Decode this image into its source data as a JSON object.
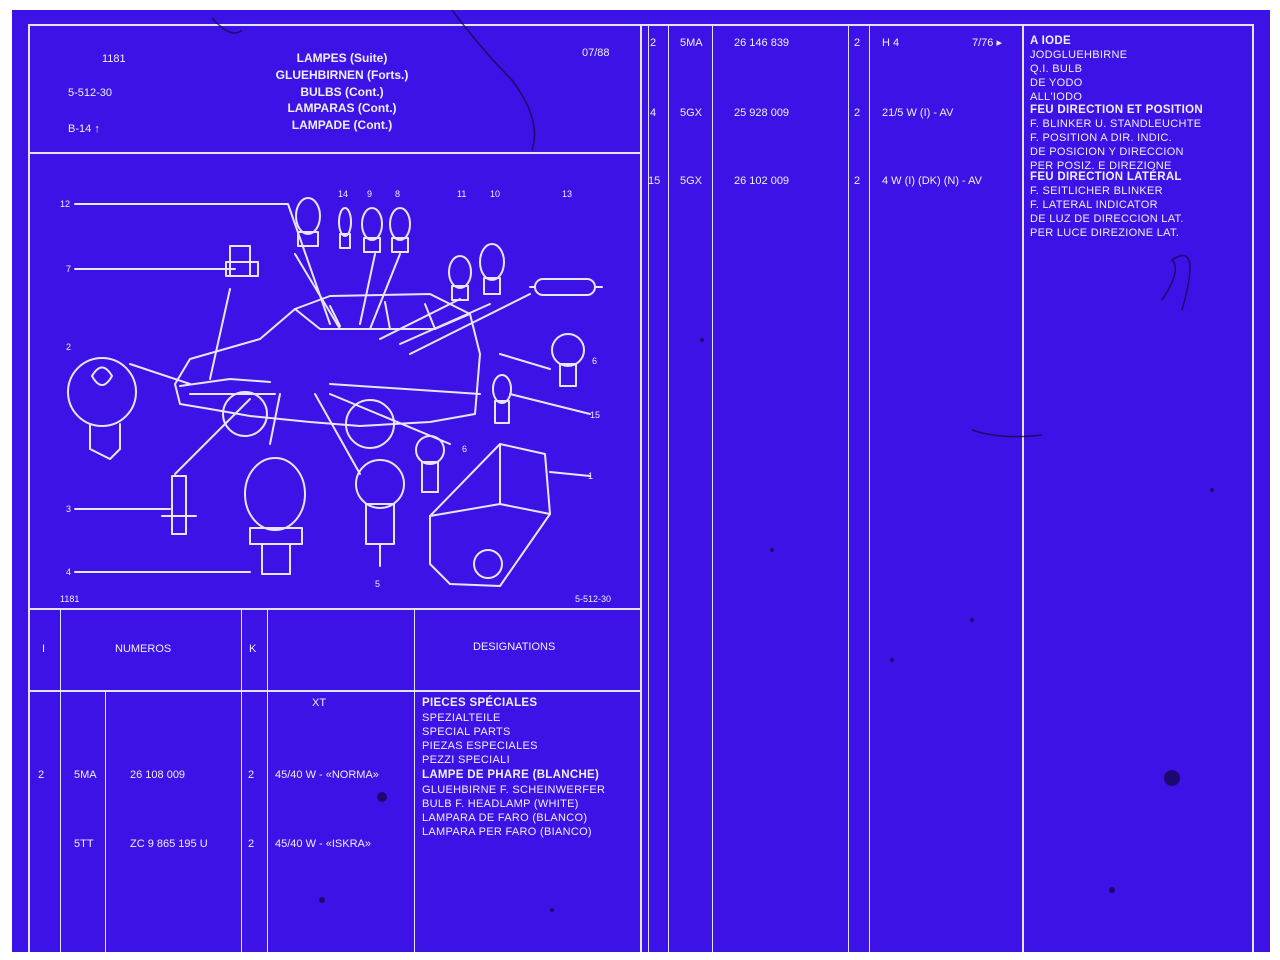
{
  "header": {
    "ref_number": "1181",
    "ref_code": "5-512-30",
    "ref_sub": "B-14",
    "date": "07/88",
    "titles": [
      "LAMPES (Suite)",
      "GLUEHBIRNEN (Forts.)",
      "BULBS (Cont.)",
      "LAMPARAS (Cont.)",
      "LAMPADE (Cont.)"
    ]
  },
  "diagram": {
    "footer_left": "1181",
    "footer_right": "5-512-30",
    "callouts": [
      "12",
      "14",
      "9",
      "8",
      "11",
      "10",
      "13",
      "7",
      "2",
      "6",
      "15",
      "6",
      "1",
      "3",
      "4",
      "5"
    ]
  },
  "table_header": {
    "col_i": "I",
    "col_numeros": "NUMEROS",
    "col_k": "K",
    "col_designations": "DESIGNATIONS"
  },
  "left_body": {
    "model": "XT",
    "special_lines": [
      "PIECES SPÉCIALES",
      "SPEZIALTEILE",
      "SPECIAL PARTS",
      "PIEZAS ESPECIALES",
      "PEZZI SPECIALI"
    ],
    "rows": [
      {
        "idx": "2",
        "code": "5MA",
        "number": "26 108 009",
        "qty": "2",
        "spec": "45/40 W - «NORMA»",
        "lines": [
          "LAMPE DE PHARE (BLANCHE)",
          "GLUEHBIRNE F. SCHEINWERFER",
          "BULB F. HEADLAMP (WHITE)",
          "LAMPARA DE FARO (BLANCO)",
          "LAMPARA PER FARO (BIANCO)"
        ]
      },
      {
        "idx": "",
        "code": "5TT",
        "number": "ZC 9 865 195 U",
        "qty": "2",
        "spec": "45/40 W - «ISKRA»",
        "lines": []
      }
    ]
  },
  "right_rows": [
    {
      "idx": "2",
      "code": "5MA",
      "number": "26 146 839",
      "qty": "2",
      "spec": "H 4",
      "date": "7/76 ▸",
      "lines": [
        "A IODE",
        "JODGLUEHBIRNE",
        "Q.I. BULB",
        "DE YODO",
        "ALL'IODO"
      ]
    },
    {
      "idx": "4",
      "code": "5GX",
      "number": "25 928 009",
      "qty": "2",
      "spec": "21/5 W (I) - AV",
      "date": "",
      "lines": [
        "FEU DIRECTION ET POSITION",
        "F. BLINKER U. STANDLEUCHTE",
        "F. POSITION A DIR. INDIC.",
        "DE POSICION Y DIRECCION",
        "PER POSIZ. E DIREZIONE"
      ]
    },
    {
      "idx": "15",
      "code": "5GX",
      "number": "26 102 009",
      "qty": "2",
      "spec": "4 W (I) (DK) (N) - AV",
      "date": "",
      "lines": [
        "FEU DIRECTION LATÉRAL",
        "F. SEITLICHER BLINKER",
        "F. LATERAL INDICATOR",
        "DE LUZ DE DIRECCION LAT.",
        "PER LUCE DIREZIONE LAT."
      ]
    }
  ],
  "colors": {
    "background": "#3c12e6",
    "ink": "#eef0ff",
    "frame": "#ffffff"
  }
}
